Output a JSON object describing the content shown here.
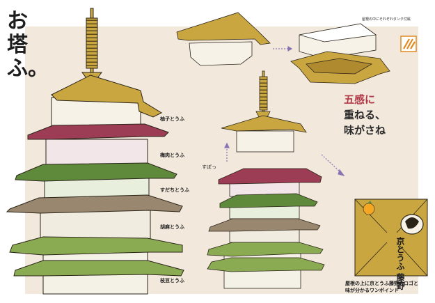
{
  "title": "お塔ふ。",
  "flavors": [
    "柚子とうふ",
    "梅肉とうふ",
    "すだちとうふ",
    "胡麻とうふ",
    "枝豆とうふ"
  ],
  "tagline": [
    "五感に",
    "重ねる、",
    "味がさね"
  ],
  "tag_label": "屋根の中にそれぞれタンク付属",
  "insert_label": "すぽっ",
  "note": [
    "屋根の上に京とうふ藤野のロゴと",
    "味が分かるワンポイント"
  ],
  "logo_text": "京とうふ 藤野",
  "colors": {
    "background": "#f2e8dc",
    "roof_gold": "#c9a640",
    "ume": "#9c3d55",
    "sudachi": "#5f8a3c",
    "goma": "#9a8770",
    "edamame": "#8bab52",
    "tofu": "#f7f0e6"
  }
}
